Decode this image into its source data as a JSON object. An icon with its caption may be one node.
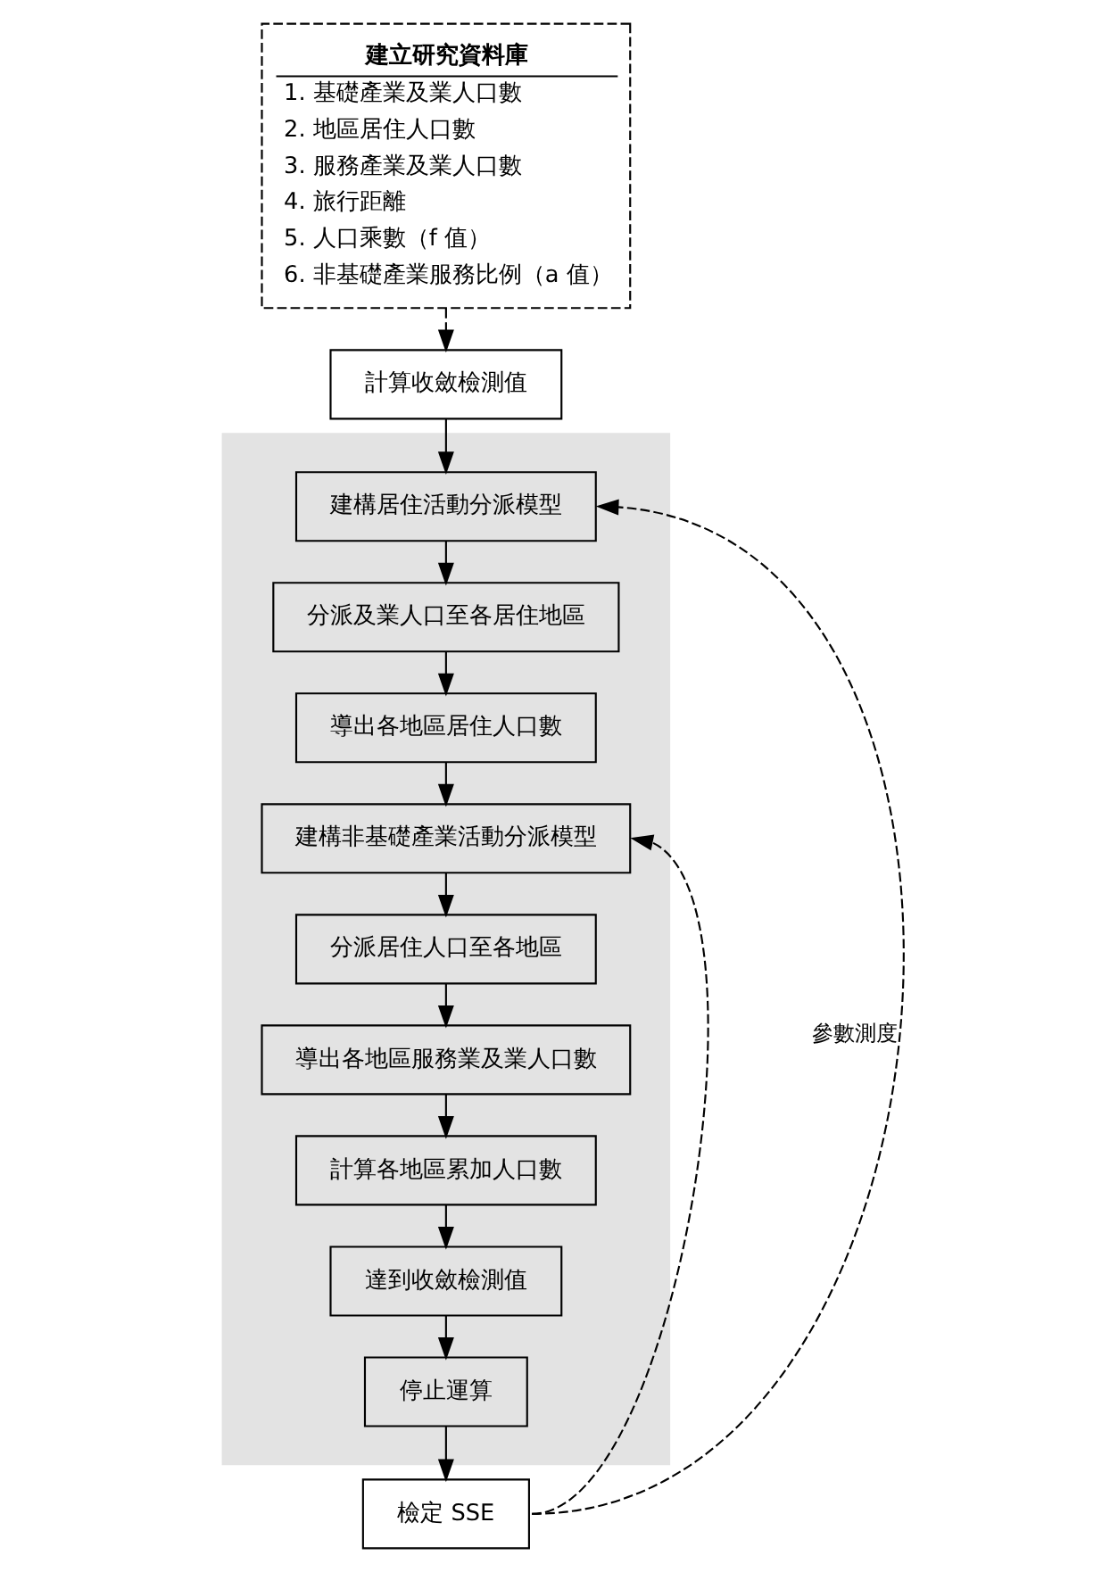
{
  "diagram": {
    "nodes": [
      {
        "text": [
          "建立研究資料庫",
          "1. 基礎產業及業人口數",
          "2. 地區居住人口數",
          "3. 服務產業及業人口數",
          "4. 旅行距離",
          "5. 人口乘數（f 值）",
          "6. 非基礎產業服務比例（a 值）"
        ]
      },
      {
        "text": [
          "計算收斂檢測值"
        ]
      },
      {
        "text": [],
        "shape": "box"
      },
      {
        "text": [
          "建構居住活動分派模型"
        ],
        "in": 2
      },
      {
        "text": [
          "分派及業人口至各居住地區"
        ],
        "in": 2
      },
      {
        "text": [
          "導出各地區居住人口數"
        ],
        "in": 2
      },
      {
        "text": [
          "建構非基礎產業活動分派模型"
        ],
        "in": 2
      },
      {
        "text": [
          "分派居住人口至各地區"
        ],
        "in": 2
      },
      {
        "text": [
          "導出各地區服務業及業人口數"
        ],
        "in": 2
      },
      {
        "text": [
          "計算各地區累加人口數"
        ],
        "in": 2
      },
      {
        "text": [
          "達到收斂檢測值"
        ],
        "in": 2
      },
      {
        "text": [
          "停止運算"
        ],
        "in": 2
      },
      {
        "text": [
          "檢定 SSE"
        ]
      }
    ],
    "edges": [
      {
        "from": 0,
        "to": 1,
        "arrow": "to",
        "style": "dashed"
      },
      {
        "from": 1,
        "to": 3,
        "arrow": "to"
      },
      {
        "from": 3,
        "to": 4,
        "arrow": "to"
      },
      {
        "from": 4,
        "to": 5,
        "arrow": "to"
      },
      {
        "from": 5,
        "to": 6,
        "arrow": "to"
      },
      {
        "from": 6,
        "to": 7,
        "arrow": "to"
      },
      {
        "from": 7,
        "to": 8,
        "arrow": "to"
      },
      {
        "from": 8,
        "to": 9,
        "arrow": "to"
      },
      {
        "from": 9,
        "to": 10,
        "arrow": "to"
      },
      {
        "from": 10,
        "to": 11,
        "arrow": "to"
      },
      {
        "from": 11,
        "to": 12,
        "arrow": "to"
      },
      {
        "from": 12,
        "to": 3,
        "arrow": "to",
        "style": "dashed",
        "label": "參數測度"
      },
      {
        "from": 12,
        "to": 6,
        "arrow": "to",
        "style": "dashed"
      }
    ]
  }
}
